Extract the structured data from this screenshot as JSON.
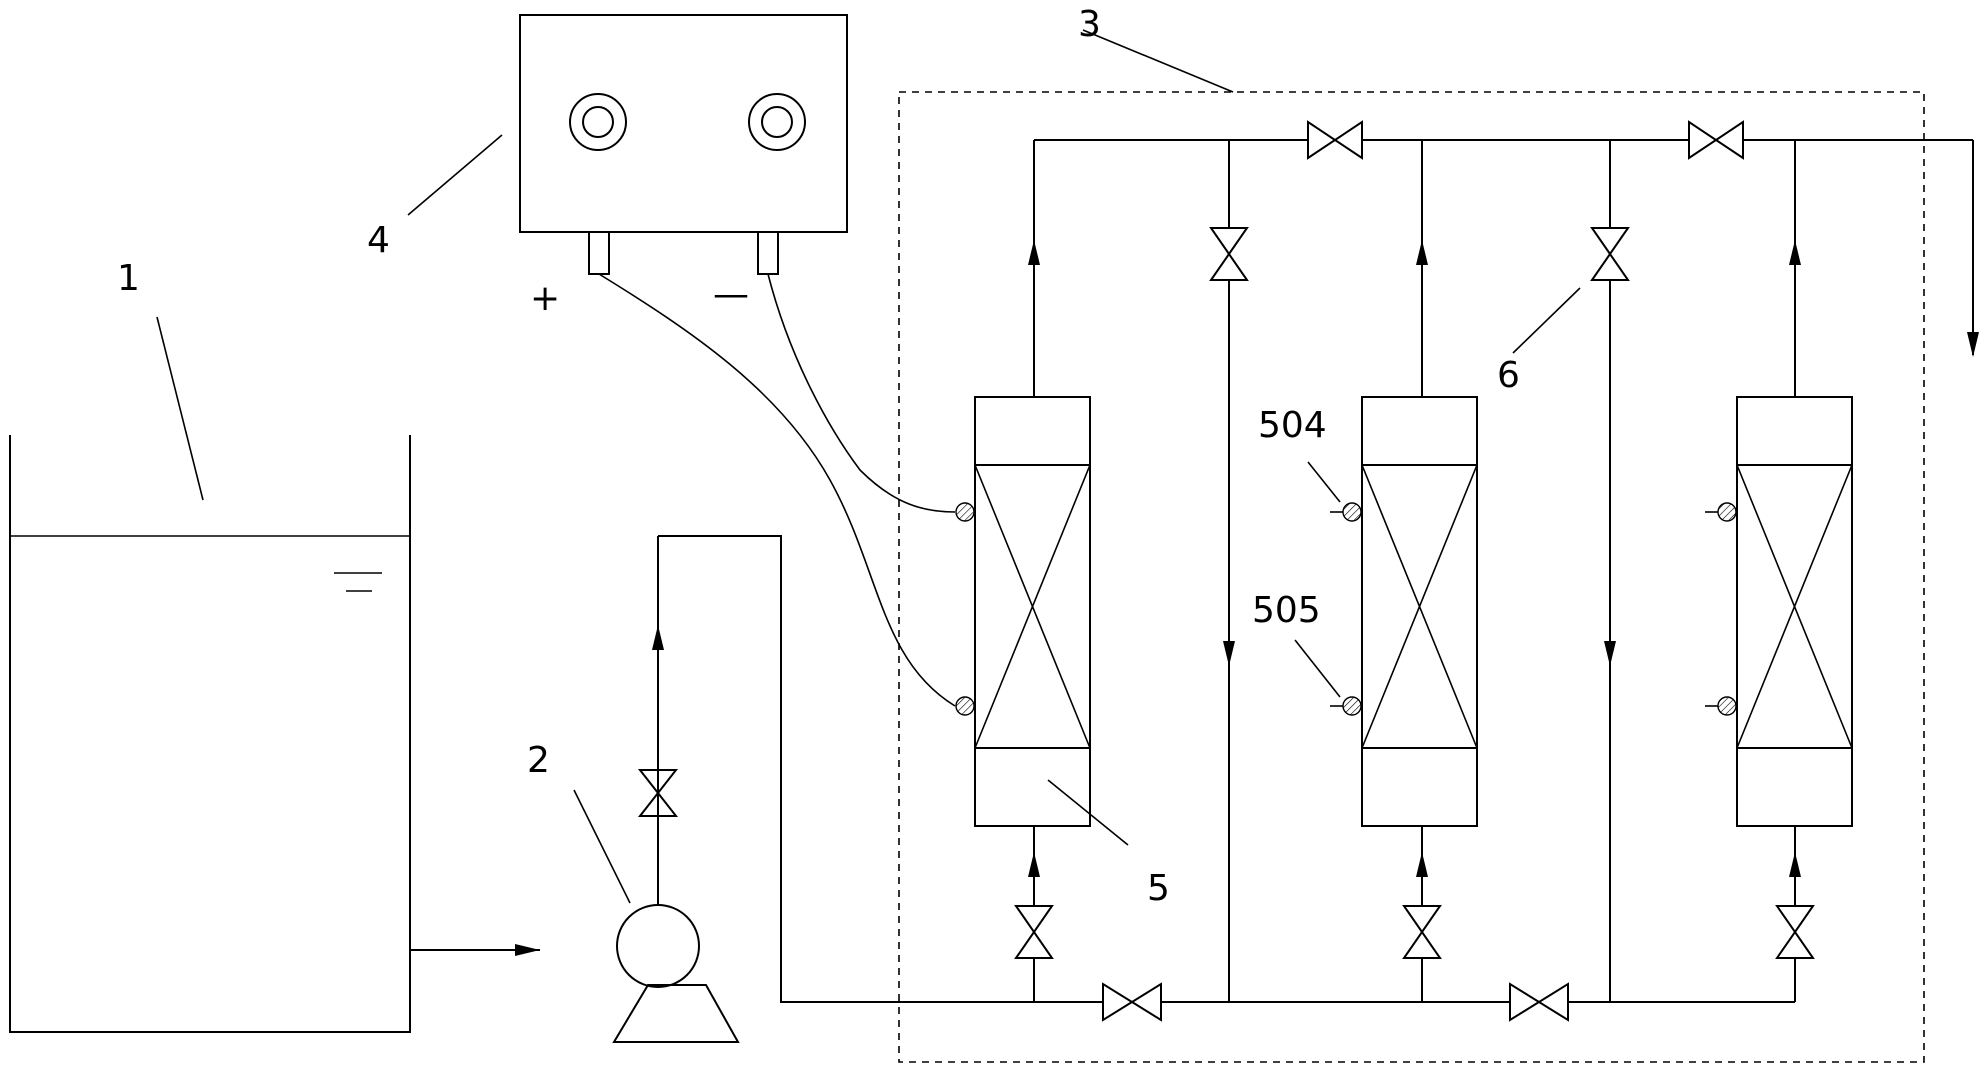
{
  "labels": {
    "tank": "1",
    "pump": "2",
    "module": "3",
    "power_supply": "4",
    "reactor": "5",
    "valve": "6",
    "electrode_upper": "504",
    "electrode_lower": "505",
    "positive": "+",
    "negative": "—"
  },
  "colors": {
    "line": "#000000",
    "background": "#ffffff"
  },
  "icons": {
    "valve": "bowtie-valve-icon",
    "pump": "centrifugal-pump-icon",
    "knob": "concentric-circle-knob-icon",
    "electrode": "crosshatched-electrode-icon"
  }
}
